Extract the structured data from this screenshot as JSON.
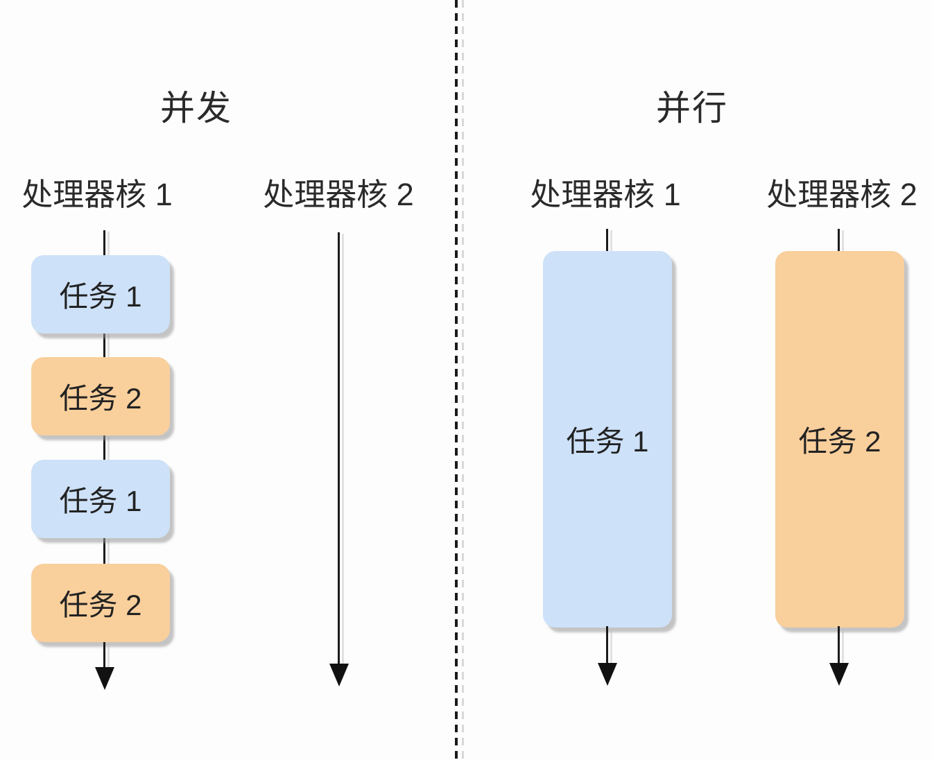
{
  "diagram": {
    "left": {
      "title": "并发",
      "col1_header": "处理器核 1",
      "col2_header": "处理器核 2",
      "tasks": [
        {
          "label": "任务 1",
          "color": "blue"
        },
        {
          "label": "任务 2",
          "color": "orange"
        },
        {
          "label": "任务 1",
          "color": "blue"
        },
        {
          "label": "任务 2",
          "color": "orange"
        }
      ]
    },
    "right": {
      "title": "并行",
      "col1_header": "处理器核 1",
      "col2_header": "处理器核 2",
      "col1_task": "任务 1",
      "col2_task": "任务 2"
    },
    "colors": {
      "task_blue": "#cde1f8",
      "task_orange": "#f9cf9c",
      "line": "#1b1b1b"
    }
  }
}
